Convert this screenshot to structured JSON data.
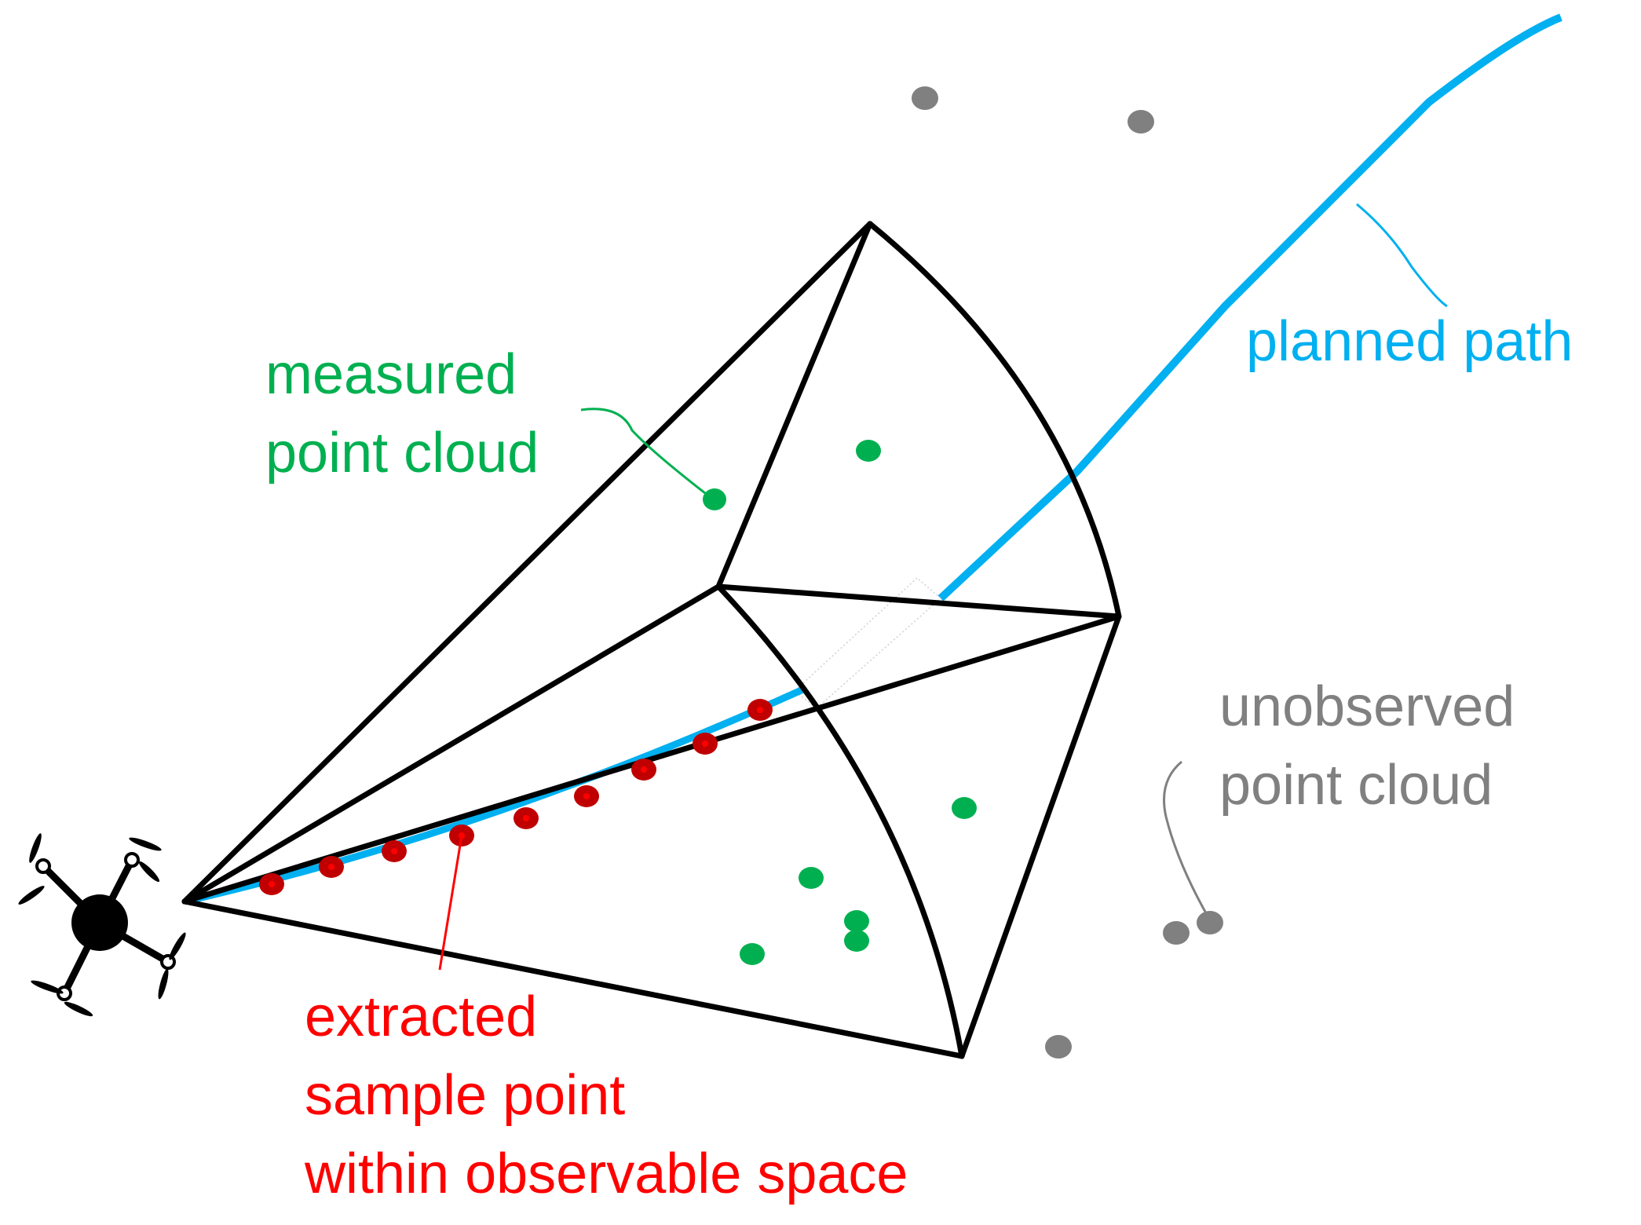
{
  "colors": {
    "measured": "#00b050",
    "unobserved": "#808080",
    "planned": "#00b0f0",
    "sample": "#ff0000",
    "sample_fill": "#c00000",
    "frustum": "#000000"
  },
  "labels": {
    "measured": {
      "line1": "measured",
      "line2": "point cloud"
    },
    "unobserved": {
      "line1": "unobserved",
      "line2": "point cloud"
    },
    "planned": {
      "line1": "planned path"
    },
    "extracted": {
      "line1": "extracted",
      "line2": "sample point",
      "line3": "within observable space"
    }
  },
  "icons": {
    "drone": "quadcopter-drone-icon"
  }
}
